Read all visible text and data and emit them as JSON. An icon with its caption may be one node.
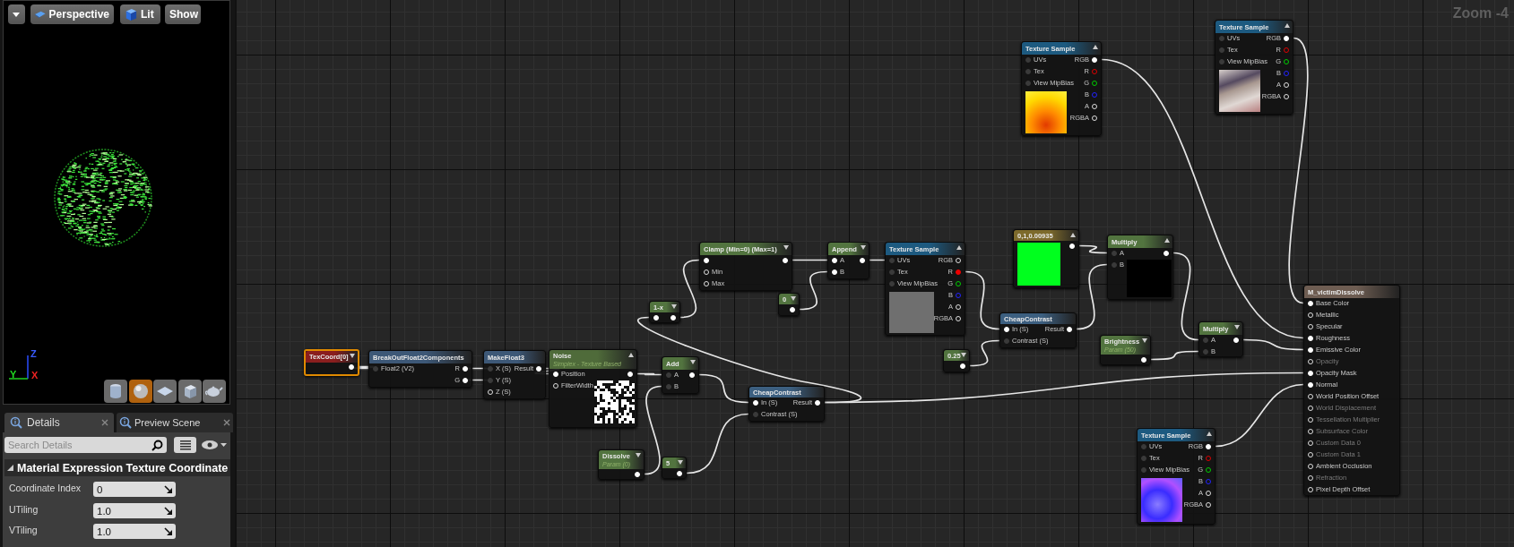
{
  "diagram": {
    "nodes": [
      {
        "text": [
          "TexCoord[0]"
        ]
      },
      {
        "text": [
          "BreakOutFloat2Components",
          "Float2 (V2)",
          "R",
          "G"
        ]
      },
      {
        "text": [
          "MakeFloat3",
          "X (S)",
          "Result",
          "Y (S)",
          "Z (S)"
        ]
      },
      {
        "text": [
          "Noise",
          "Simplex - Texture Based",
          "Position",
          "FilterWidth"
        ]
      },
      {
        "text": [
          "Dissolve",
          "Param (0)"
        ]
      },
      {
        "text": [
          "1-x"
        ]
      },
      {
        "text": [
          "Clamp (Min=0) (Max=1)",
          "Min",
          "Max"
        ]
      },
      {
        "text": [
          "0"
        ]
      },
      {
        "text": [
          "Append",
          "A",
          "B"
        ]
      },
      {
        "text": [
          "Texture Sample",
          "UVs",
          "RGB",
          "Tex",
          "R",
          "View MipBias",
          "G",
          "B",
          "A",
          "RGBA"
        ]
      },
      {
        "text": [
          "Add",
          "A",
          "B"
        ]
      },
      {
        "text": [
          "5"
        ]
      },
      {
        "text": [
          "CheapContrast",
          "In (S)",
          "Result",
          "Contrast (S)"
        ]
      },
      {
        "text": [
          "0.25"
        ]
      },
      {
        "text": [
          "CheapContrast",
          "In (S)",
          "Result",
          "Contrast (S)"
        ]
      },
      {
        "text": [
          "0,1,0.00935"
        ]
      },
      {
        "text": [
          "Multiply",
          "A",
          "B"
        ]
      },
      {
        "text": [
          "Brightness",
          "Param (50)"
        ]
      },
      {
        "text": [
          "Multiply",
          "A",
          "B"
        ]
      },
      {
        "text": [
          "Texture Sample",
          "UVs",
          "RGB",
          "Tex",
          "R",
          "View MipBias",
          "G",
          "B",
          "A",
          "RGBA"
        ]
      },
      {
        "text": [
          "Texture Sample",
          "UVs",
          "RGB",
          "Tex",
          "R",
          "View MipBias",
          "G",
          "B",
          "A",
          "RGBA"
        ]
      },
      {
        "text": [
          "Texture Sample",
          "UVs",
          "RGB",
          "Tex",
          "R",
          "View MipBias",
          "G",
          "B",
          "A",
          "RGBA"
        ]
      },
      {
        "text": [
          "M_victimDissolve",
          "Base Color",
          "Metallic",
          "Specular",
          "Roughness",
          "Emissive Color",
          "Opacity",
          "Opacity Mask",
          "Normal",
          "World Position Offset",
          "World Displacement",
          "Tessellation Multiplier",
          "Subsurface Color",
          "Custom Data 0",
          "Custom Data 1",
          "Ambient Occlusion",
          "Refraction",
          "Pixel Depth Offset"
        ]
      }
    ],
    "edges": [
      {
        "from": 0,
        "to": 1,
        "arrow": "none"
      },
      {
        "from": 1,
        "to": 2,
        "arrow": "none"
      },
      {
        "from": 1,
        "to": 2,
        "arrow": "none"
      },
      {
        "from": 2,
        "to": 3,
        "arrow": "none"
      },
      {
        "from": 3,
        "to": 10,
        "arrow": "none"
      },
      {
        "from": 4,
        "to": 10,
        "arrow": "none"
      },
      {
        "from": 10,
        "to": 12,
        "arrow": "none"
      },
      {
        "from": 11,
        "to": 12,
        "arrow": "none"
      },
      {
        "from": 12,
        "to": 22,
        "arrow": "none"
      },
      {
        "from": 12,
        "to": 5,
        "arrow": "none"
      },
      {
        "from": 5,
        "to": 6,
        "arrow": "none"
      },
      {
        "from": 6,
        "to": 8,
        "arrow": "none"
      },
      {
        "from": 7,
        "to": 8,
        "arrow": "none"
      },
      {
        "from": 8,
        "to": 9,
        "arrow": "none"
      },
      {
        "from": 9,
        "to": 14,
        "arrow": "none"
      },
      {
        "from": 13,
        "to": 14,
        "arrow": "none"
      },
      {
        "from": 15,
        "to": 16,
        "arrow": "none"
      },
      {
        "from": 14,
        "to": 16,
        "arrow": "none"
      },
      {
        "from": 16,
        "to": 18,
        "arrow": "none"
      },
      {
        "from": 17,
        "to": 18,
        "arrow": "none"
      },
      {
        "from": 18,
        "to": 22,
        "arrow": "none"
      },
      {
        "from": 19,
        "to": 22,
        "arrow": "none"
      },
      {
        "from": 20,
        "to": 22,
        "arrow": "none"
      },
      {
        "from": 21,
        "to": 22,
        "arrow": "none"
      }
    ],
    "labels": [
      "Perspective",
      "Lit",
      "Show",
      "Z",
      "Y",
      "X",
      "Details",
      "Preview Scene",
      "Search Details",
      "Material Expression Texture Coordinate",
      "Coordinate Index",
      "0",
      "UTiling",
      "1.0",
      "VTiling",
      "1.0",
      "Zoom -4"
    ]
  }
}
